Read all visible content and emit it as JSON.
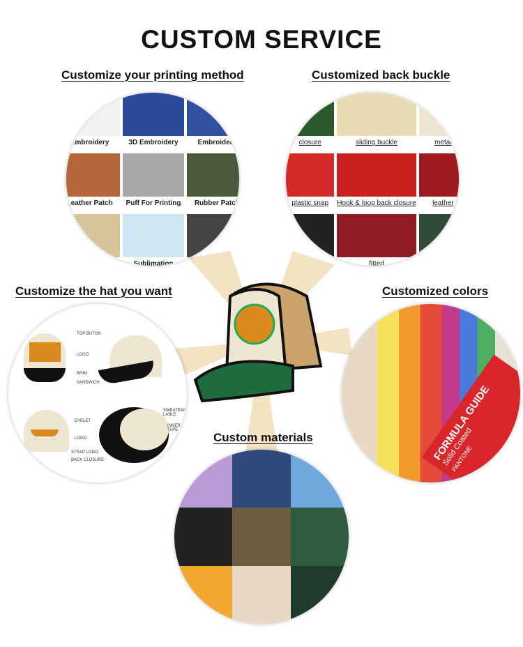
{
  "title": "CUSTOM SERVICE",
  "sections": {
    "printing": {
      "label": "Customize your printing method",
      "items": [
        "Embroidery",
        "3D Embroidery",
        "Embroidery",
        "Leather Patch",
        "Puff For Printing",
        "Rubber Patch",
        "",
        "Sublimation",
        ""
      ]
    },
    "buckle": {
      "label": "Customized back buckle",
      "items": [
        "closure",
        "sliding buckle",
        "metal",
        "plastic snap",
        "Hook & loop back closure",
        "leather",
        "",
        "fitted",
        ""
      ]
    },
    "hat": {
      "label": "Customize the hat you want",
      "parts": [
        "TOP BUTON",
        "LOGO",
        "BRIM",
        "SANDWICH",
        "EYELET",
        "LOGO",
        "STRAP LOGO",
        "BACK CLOSURE",
        "SWEATBAND LABLE",
        "INNER TAPE"
      ]
    },
    "colors": {
      "label": "Customized colors",
      "guide_title": "FORMULA GUIDE",
      "guide_sub": "Solid Coated",
      "brand": "PANTONE"
    },
    "materials": {
      "label": "Custom materials"
    }
  },
  "colors": {
    "ray": "#f3e3c3",
    "cap_crown": "#efe6d2",
    "cap_brim": "#1f6b3e",
    "mesh": "#c9a36b"
  }
}
